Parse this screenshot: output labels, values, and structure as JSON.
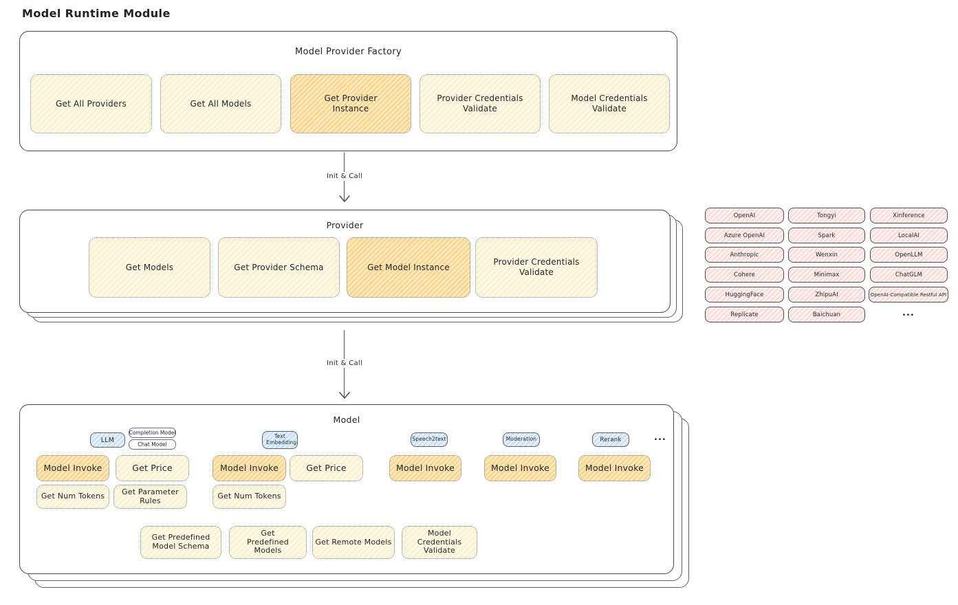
{
  "title": "Model Runtime Module",
  "colors": {
    "ink": "#1f2329",
    "panel_border": "#43484e",
    "cream_fill": "#fdf8e3",
    "orange_fill": "#fbe9ba",
    "pink_fill": "#fcefee",
    "blue_fill": "#e1f0fa"
  },
  "arrows": [
    {
      "label": "Init & Call"
    },
    {
      "label": "Init & Call"
    }
  ],
  "factory": {
    "title": "Model Provider Factory",
    "boxes": [
      {
        "label": "Get All Providers",
        "highlight": false
      },
      {
        "label": "Get All Models",
        "highlight": false
      },
      {
        "label": "Get Provider Instance",
        "highlight": true
      },
      {
        "label": "Provider Credentials Validate",
        "highlight": false
      },
      {
        "label": "Model Credentials Validate",
        "highlight": false
      }
    ]
  },
  "provider": {
    "title": "Provider",
    "boxes": [
      {
        "label": "Get Models",
        "highlight": false
      },
      {
        "label": "Get Provider Schema",
        "highlight": false
      },
      {
        "label": "Get Model Instance",
        "highlight": true
      },
      {
        "label": "Provider Credentials Validate",
        "highlight": false
      }
    ]
  },
  "chips": [
    [
      "OpenAI",
      "Azure OpenAI",
      "Anthropic",
      "Cohere",
      "HuggingFace",
      "Replicate"
    ],
    [
      "Tongyi",
      "Spark",
      "Wenxin",
      "Minimax",
      "ZhipuAI",
      "Baichuan"
    ],
    [
      "Xinference",
      "LocalAI",
      "OpenLLM",
      "ChatGLM",
      "OpenAI-Compatible Restful API"
    ]
  ],
  "chips_ellipsis": "...",
  "model": {
    "title": "Model",
    "tabs_ellipsis": "...",
    "groups": [
      {
        "tab": "LLM",
        "subtabs": [
          "Completion Model",
          "Chat Model"
        ],
        "row1": [
          "Model Invoke",
          "Get Price"
        ],
        "row2": [
          "Get Num Tokens",
          "Get Parameter Rules"
        ]
      },
      {
        "tab": "Text Embedding",
        "row1": [
          "Model Invoke",
          "Get Price"
        ],
        "row2": [
          "Get Num Tokens"
        ]
      },
      {
        "tab": "Speech2text",
        "row1": [
          "Model Invoke"
        ]
      },
      {
        "tab": "Moderation",
        "row1": [
          "Model Invoke"
        ]
      },
      {
        "tab": "Rerank",
        "row1": [
          "Model Invoke"
        ]
      }
    ],
    "bottom_row": [
      "Get Predefined Model Schema",
      "Get Predefined Models",
      "Get Remote Models",
      "Model Credentials Validate"
    ]
  }
}
